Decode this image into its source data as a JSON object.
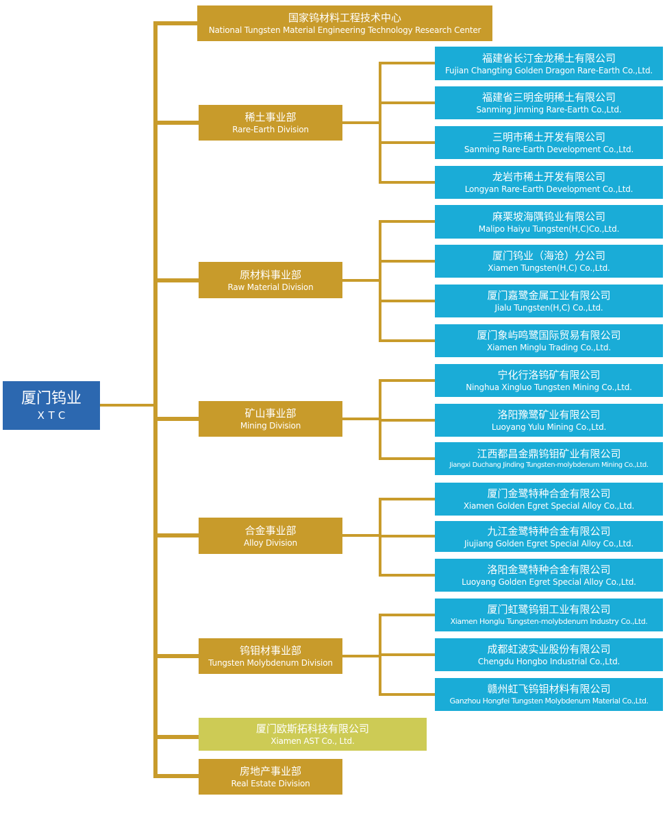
{
  "colors": {
    "connector": "#C89B2B",
    "division_box": "#C89B2B",
    "company_box": "#1AACD7",
    "subsidiary_box": "#CDCB55",
    "root_box": "#2C68B0",
    "text": "#FFFFFF"
  },
  "root": {
    "zh": "厦门钨业",
    "en": "XTC"
  },
  "research_center": {
    "zh": "国家钨材料工程技术中心",
    "en": "National Tungsten Material Engineering Technology Research Center"
  },
  "divisions": [
    {
      "zh": "稀土事业部",
      "en": "Rare-Earth Division",
      "companies": [
        {
          "zh": "福建省长汀金龙稀土有限公司",
          "en": "Fujian Changting Golden Dragon Rare-Earth Co.,Ltd."
        },
        {
          "zh": "福建省三明金明稀土有限公司",
          "en": "Sanming Jinming Rare-Earth Co.,Ltd."
        },
        {
          "zh": "三明市稀土开发有限公司",
          "en": "Sanming Rare-Earth Development Co.,Ltd."
        },
        {
          "zh": "龙岩市稀土开发有限公司",
          "en": "Longyan Rare-Earth Development Co.,Ltd."
        }
      ]
    },
    {
      "zh": "原材料事业部",
      "en": "Raw Material Division",
      "companies": [
        {
          "zh": "麻栗坡海隅钨业有限公司",
          "en": "Malipo Haiyu Tungsten(H,C)Co.,Ltd."
        },
        {
          "zh": "厦门钨业（海沧）分公司",
          "en": "Xiamen Tungsten(H,C) Co.,Ltd."
        },
        {
          "zh": "厦门嘉鹭金属工业有限公司",
          "en": "Jialu Tungsten(H,C) Co.,Ltd."
        },
        {
          "zh": "厦门象屿鸣鹭国际贸易有限公司",
          "en": "Xiamen Minglu Trading Co.,Ltd."
        }
      ]
    },
    {
      "zh": "矿山事业部",
      "en": "Mining Division",
      "companies": [
        {
          "zh": "宁化行洛钨矿有限公司",
          "en": "Ninghua Xingluo Tungsten Mining Co.,Ltd."
        },
        {
          "zh": "洛阳豫鹭矿业有限公司",
          "en": "Luoyang  Yulu Mining Co.,Ltd."
        },
        {
          "zh": "江西都昌金鼎钨钼矿业有限公司",
          "en": "Jiangxi Duchang Jinding Tungsten-molybdenum Mining Co.,Ltd."
        }
      ]
    },
    {
      "zh": "合金事业部",
      "en": "Alloy Division",
      "companies": [
        {
          "zh": "厦门金鹭特种合金有限公司",
          "en": "Xiamen Golden Egret Special Alloy Co.,Ltd."
        },
        {
          "zh": "九江金鹭特种合金有限公司",
          "en": "Jiujiang Golden Egret Special Alloy Co.,Ltd."
        },
        {
          "zh": "洛阳金鹭特种合金有限公司",
          "en": "Luoyang Golden Egret Special Alloy Co.,Ltd."
        }
      ]
    },
    {
      "zh": "钨钼材事业部",
      "en": "Tungsten Molybdenum Division",
      "companies": [
        {
          "zh": "厦门虹鹭钨钼工业有限公司",
          "en": "Xiamen Honglu Tungsten-molybdenum Industry Co.,Ltd."
        },
        {
          "zh": "成都虹波实业股份有限公司",
          "en": "Chengdu Hongbo Industrial Co.,Ltd."
        },
        {
          "zh": "赣州虹飞钨钼材料有限公司",
          "en": "Ganzhou Hongfei Tungsten Molybdenum Material Co.,Ltd."
        }
      ]
    }
  ],
  "subsidiary": {
    "zh": "厦门欧斯拓科技有限公司",
    "en": "Xiamen AST Co., Ltd."
  },
  "real_estate": {
    "zh": "房地产事业部",
    "en": "Real Estate Division"
  }
}
